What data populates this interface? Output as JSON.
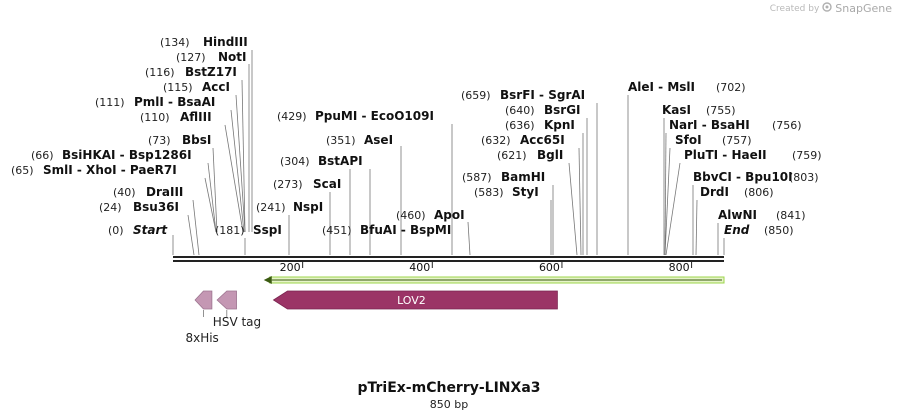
{
  "credit": {
    "created_by": "Created by",
    "brand": "SnapGene"
  },
  "map": {
    "title": "pTriEx-mCherry-LINXa3",
    "length_label": "850 bp",
    "total_bp": 850,
    "ticks": [
      200,
      400,
      600,
      800
    ],
    "sites": [
      {
        "name": "HindIII",
        "pos": 134,
        "label": "(134)",
        "side": "right"
      },
      {
        "name": "NotI",
        "pos": 127,
        "label": "(127)",
        "side": "right"
      },
      {
        "name": "BstZ17I",
        "pos": 116,
        "label": "(116)",
        "side": "right"
      },
      {
        "name": "AccI",
        "pos": 115,
        "label": "(115)",
        "side": "right"
      },
      {
        "name": "PmlI  -  BsaAI",
        "pos": 111,
        "label": "(111)",
        "side": "right"
      },
      {
        "name": "AflIII",
        "pos": 110,
        "label": "(110)",
        "side": "right"
      },
      {
        "name": "BbsI",
        "pos": 73,
        "label": "(73)",
        "side": "right"
      },
      {
        "name": "BsiHKAI  -  Bsp1286I",
        "pos": 66,
        "label": "(66)",
        "side": "right"
      },
      {
        "name": "SmlI  -  XhoI  -  PaeR7I",
        "pos": 65,
        "label": "(65)",
        "side": "right"
      },
      {
        "name": "DraIII",
        "pos": 40,
        "label": "(40)",
        "side": "right"
      },
      {
        "name": "Bsu36I",
        "pos": 24,
        "label": "(24)",
        "side": "right"
      },
      {
        "name": "Start",
        "pos": 0,
        "label": "(0)",
        "side": "right",
        "italic": true
      },
      {
        "name": "SspI",
        "pos": 181,
        "label": "(181)",
        "side": "left"
      },
      {
        "name": "NspI",
        "pos": 241,
        "label": "(241)",
        "side": "left"
      },
      {
        "name": "ScaI",
        "pos": 273,
        "label": "(273)",
        "side": "left"
      },
      {
        "name": "BstAPI",
        "pos": 304,
        "label": "(304)",
        "side": "left"
      },
      {
        "name": "AseI",
        "pos": 351,
        "label": "(351)",
        "side": "left"
      },
      {
        "name": "PpuMI  -  EcoO109I",
        "pos": 429,
        "label": "(429)",
        "side": "left"
      },
      {
        "name": "BfuAI  -  BspMI",
        "pos": 451,
        "label": "(451)",
        "side": "left"
      },
      {
        "name": "ApoI",
        "pos": 460,
        "label": "(460)",
        "side": "left"
      },
      {
        "name": "BamHI",
        "pos": 587,
        "label": "(587)",
        "side": "left"
      },
      {
        "name": "StyI",
        "pos": 583,
        "label": "(583)",
        "side": "left"
      },
      {
        "name": "BglI",
        "pos": 621,
        "label": "(621)",
        "side": "left"
      },
      {
        "name": "Acc65I",
        "pos": 632,
        "label": "(632)",
        "side": "left"
      },
      {
        "name": "KpnI",
        "pos": 636,
        "label": "(636)",
        "side": "left"
      },
      {
        "name": "BsrGI",
        "pos": 640,
        "label": "(640)",
        "side": "left"
      },
      {
        "name": "BsrFI  -  SgrAI",
        "pos": 659,
        "label": "(659)",
        "side": "left"
      },
      {
        "name": "AleI  -  MslI",
        "pos": 702,
        "label": "(702)",
        "side": "right-of"
      },
      {
        "name": "KasI",
        "pos": 755,
        "label": "(755)",
        "side": "right-of"
      },
      {
        "name": "NarI  -  BsaHI",
        "pos": 756,
        "label": "(756)",
        "side": "right-of"
      },
      {
        "name": "SfoI",
        "pos": 757,
        "label": "(757)",
        "side": "right-of"
      },
      {
        "name": "PluTI  -  HaeII",
        "pos": 759,
        "label": "(759)",
        "side": "right-of"
      },
      {
        "name": "BbvCI  -  Bpu10I",
        "pos": 803,
        "label": "(803)",
        "side": "right-of"
      },
      {
        "name": "DrdI",
        "pos": 806,
        "label": "(806)",
        "side": "right-of"
      },
      {
        "name": "AlwNI",
        "pos": 841,
        "label": "(841)",
        "side": "right-of"
      },
      {
        "name": "End",
        "pos": 850,
        "label": "(850)",
        "side": "right-of",
        "italic": true
      }
    ],
    "features": [
      {
        "name": "LOV2",
        "start": 155,
        "end": 593,
        "color": "#9b3466",
        "direction": "reverse",
        "label_inside": true
      },
      {
        "name": "HSV tag",
        "start": 68,
        "end": 98,
        "color": "#c497b3",
        "direction": "reverse"
      },
      {
        "name": "8xHis",
        "start": 34,
        "end": 60,
        "color": "#c497b3",
        "direction": "reverse"
      }
    ],
    "orf": {
      "start": 140,
      "end": 850,
      "color": "#9cd54b",
      "direction": "reverse"
    }
  }
}
